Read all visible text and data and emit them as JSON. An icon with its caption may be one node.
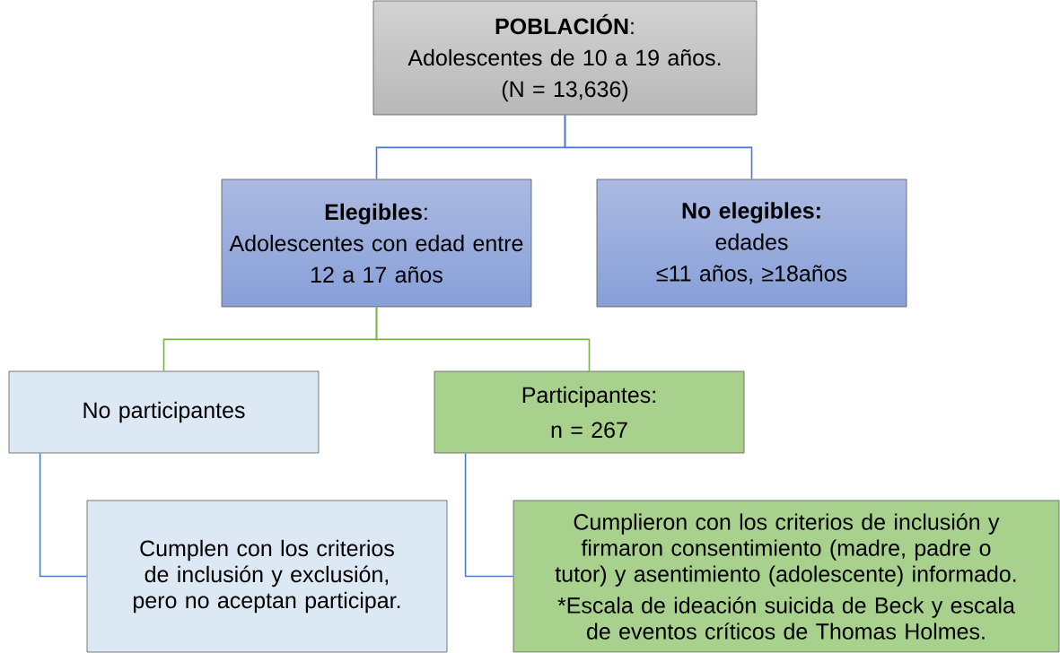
{
  "diagram": {
    "nodes": [
      {
        "text": [
          "**POBLACIÓN**:",
          "Adolescentes de 10 a 19 años.",
          "(N = 13,636)"
        ]
      },
      {
        "text": [
          "**Elegibles**:",
          "Adolescentes con edad entre",
          "12 a 17 años"
        ]
      },
      {
        "text": [
          "No elegibles:",
          "edades",
          "≤11 años, ≥18años"
        ]
      },
      {
        "text": [
          "No participantes"
        ]
      },
      {
        "text": [
          "Participantes:",
          "n = 267"
        ]
      },
      {
        "text": [
          "Cumplen con los criterios de inclusión y exclusión, pero no aceptan participar."
        ]
      },
      {
        "text": [
          "Cumplieron con los criterios de inclusión y firmaron consentimiento (madre, padre o tutor) y asentimiento (adolescente) informado.",
          "*Escala de ideación suicida de Beck y escala de eventos críticos de Thomas Holmes."
        ]
      }
    ],
    "edges": [
      {
        "from": 0,
        "to": 1,
        "arrow": "none"
      },
      {
        "from": 0,
        "to": 2,
        "arrow": "none"
      },
      {
        "from": 1,
        "to": 3,
        "arrow": "none",
        "color": "#77b24a"
      },
      {
        "from": 1,
        "to": 4,
        "arrow": "none",
        "color": "#77b24a"
      },
      {
        "from": 3,
        "to": 5,
        "arrow": "none"
      },
      {
        "from": 4,
        "to": 6,
        "arrow": "none"
      }
    ]
  }
}
